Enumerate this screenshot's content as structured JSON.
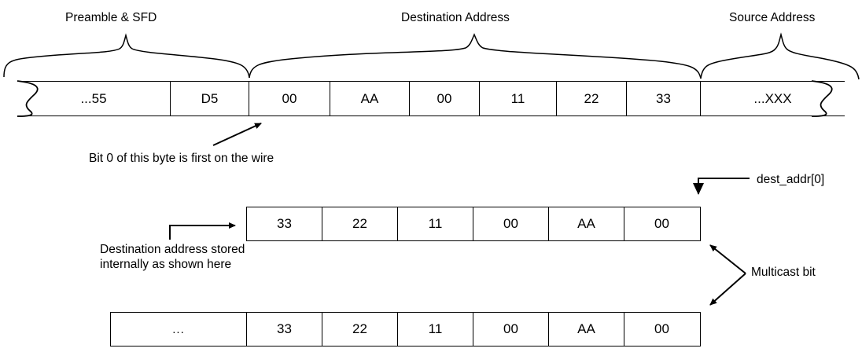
{
  "diagram": {
    "title_braces": [
      {
        "name": "preamble",
        "label": "Preamble & SFD"
      },
      {
        "name": "destination",
        "label": "Destination Address"
      },
      {
        "name": "source",
        "label": "Source Address"
      }
    ],
    "wire_row": {
      "name": "ethernet-wire-byte-stream",
      "cells": [
        "...55",
        "D5",
        "00",
        "AA",
        "00",
        "11",
        "22",
        "33",
        "...XXX"
      ]
    },
    "internal_row": {
      "name": "internal-destination-address",
      "cells": [
        "33",
        "22",
        "11",
        "00",
        "AA",
        "00"
      ]
    },
    "bottom_row": {
      "name": "internal-register-view",
      "cells": [
        "...",
        "33",
        "22",
        "11",
        "00",
        "AA",
        "00"
      ]
    },
    "annotations": {
      "bit_zero": "Bit 0 of this byte is first on the wire",
      "stored_internally_line1": "Destination address stored",
      "stored_internally_line2": "internally as shown here",
      "dest_addr_0": "dest_addr[0]",
      "multicast_bit": "Multicast bit"
    },
    "colors": {
      "stroke": "#000000",
      "background": "#ffffff"
    }
  }
}
